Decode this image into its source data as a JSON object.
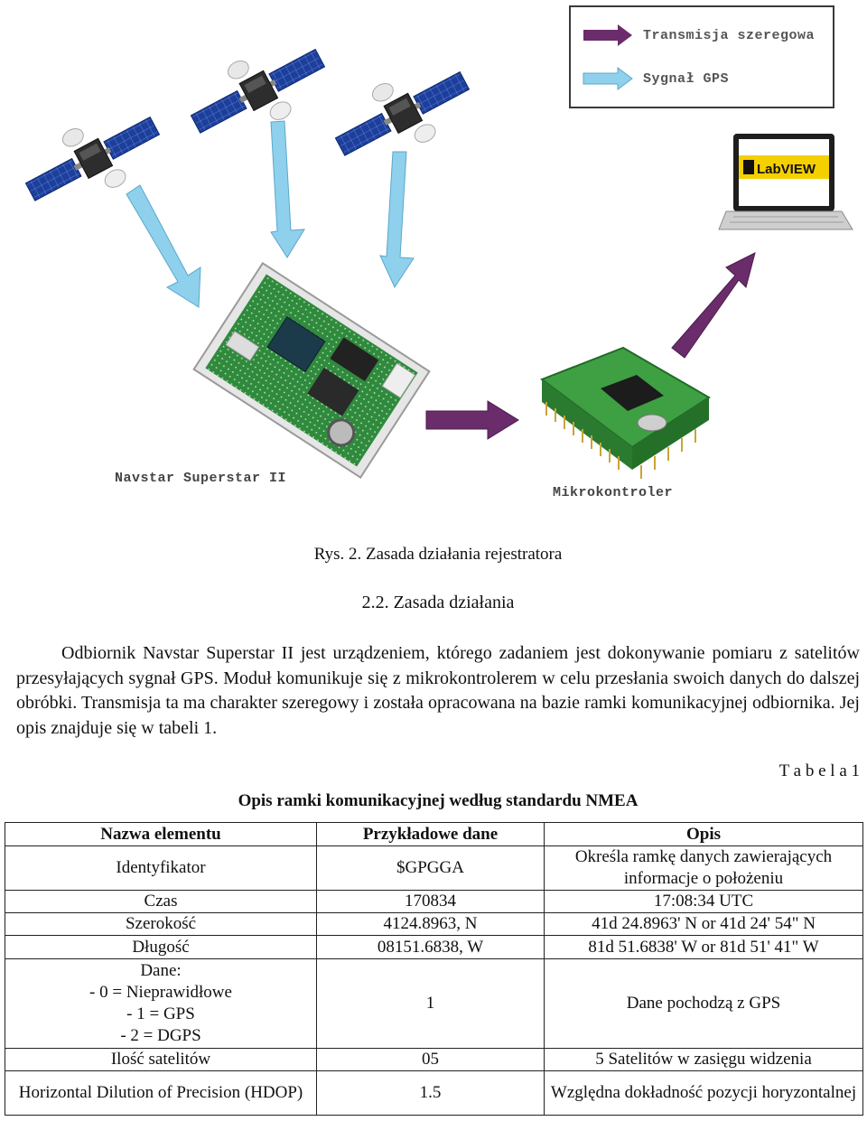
{
  "legend": {
    "serial_label": "Transmisja szeregowa",
    "gps_label": "Sygnał GPS",
    "serial_color": "#6b2c6b",
    "gps_color": "#8fd0ec"
  },
  "diagram": {
    "receiver_label": "Navstar Superstar II",
    "mcu_label": "Mikrokontroler",
    "laptop_screen_text": "LabVIEW"
  },
  "figure_caption": "Rys. 2. Zasada działania rejestratora",
  "section_heading": "2.2. Zasada działania",
  "paragraph": "Odbiornik Navstar Superstar II jest urządzeniem, którego zadaniem jest dokonywanie pomiaru z satelitów przesyłających sygnał GPS. Moduł komunikuje się z mikrokontrolerem w celu przesłania swoich danych do dalszej obróbki. Transmisja ta ma charakter szeregowy i została opracowana na bazie ramki komunikacyjnej odbiornika. Jej opis znajduje się w tabeli 1.",
  "table": {
    "label": "T a b e l a   1",
    "title": "Opis ramki komunikacyjnej według standardu NMEA",
    "headers": [
      "Nazwa elementu",
      "Przykładowe dane",
      "Opis"
    ],
    "rows": [
      [
        "Identyfikator",
        "$GPGGA",
        "Określa ramkę danych zawierających informacje o położeniu"
      ],
      [
        "Czas",
        "170834",
        "17:08:34 UTC"
      ],
      [
        "Szerokość",
        "4124.8963, N",
        "41d 24.8963' N or 41d 24' 54\" N"
      ],
      [
        "Długość",
        "08151.6838, W",
        "81d 51.6838' W or 81d 51' 41\" W"
      ],
      [
        "Dane:",
        "1",
        "Dane pochodzą z GPS"
      ],
      [
        "Ilość satelitów",
        "05",
        "5 Satelitów w zasięgu widzenia"
      ],
      [
        "Horizontal Dilution of Precision (HDOP)",
        "1.5",
        "Względna dokładność pozycji horyzontalnej"
      ]
    ],
    "data_row_options": [
      "- 0 = Nieprawidłowe",
      "- 1 = GPS",
      "- 2 = DGPS"
    ]
  }
}
